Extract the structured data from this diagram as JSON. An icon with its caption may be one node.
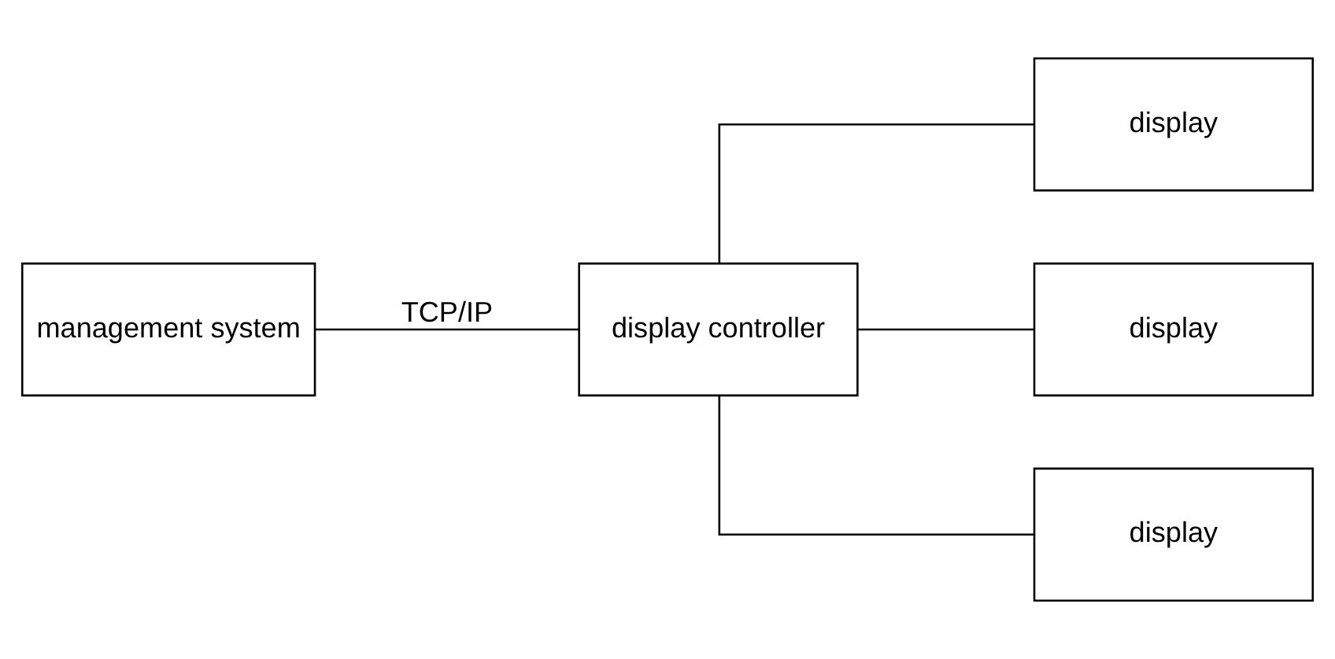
{
  "diagram": {
    "nodes": [
      {
        "text": [
          "management system"
        ]
      },
      {
        "text": [
          "display controller"
        ]
      },
      {
        "text": [
          "display"
        ]
      },
      {
        "text": [
          "display"
        ]
      },
      {
        "text": [
          "display"
        ]
      }
    ],
    "edges": [
      {
        "from": 0,
        "to": 1,
        "arrow": "none",
        "label": "TCP/IP"
      },
      {
        "from": 1,
        "to": 2,
        "arrow": "none"
      },
      {
        "from": 1,
        "to": 3,
        "arrow": "none"
      },
      {
        "from": 1,
        "to": 4,
        "arrow": "none"
      }
    ]
  }
}
